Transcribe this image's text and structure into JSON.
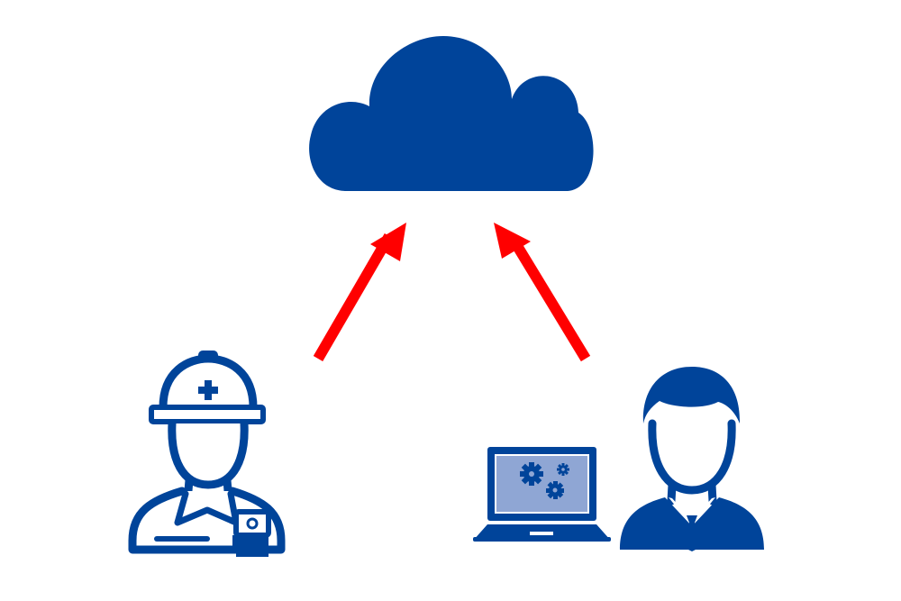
{
  "diagram": {
    "colors": {
      "brand_blue": "#00449A",
      "arrow_red": "#FF0000",
      "screen_fill": "#8FA6D4",
      "background": "#FFFFFF"
    },
    "nodes": [
      {
        "id": "cloud",
        "icon": "cloud-icon"
      },
      {
        "id": "field-worker",
        "icon": "worker-hard-hat-icon"
      },
      {
        "id": "office-worker",
        "icon": "businessman-icon"
      },
      {
        "id": "laptop",
        "icon": "laptop-gears-icon"
      }
    ],
    "edges": [
      {
        "from": "field-worker",
        "to": "cloud",
        "icon": "arrow-up-right-icon"
      },
      {
        "from": "office-worker",
        "to": "cloud",
        "icon": "arrow-up-left-icon"
      }
    ]
  }
}
